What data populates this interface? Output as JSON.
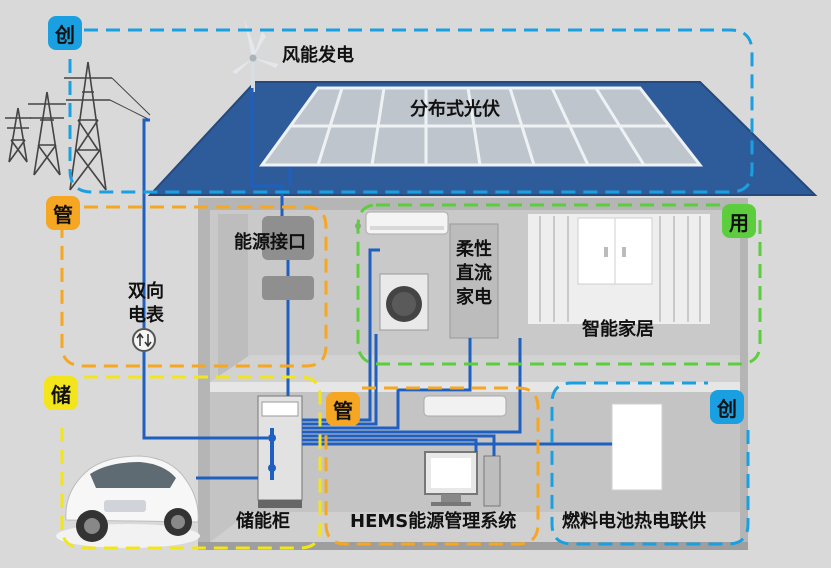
{
  "badges": {
    "create_top": "创",
    "manage_left": "管",
    "use_right": "用",
    "store_left": "储",
    "manage_mid": "管",
    "create_right": "创"
  },
  "labels": {
    "wind_power": "风能发电",
    "distributed_pv": "分布式光伏",
    "energy_interface": "能源接口",
    "bidirectional_meter_line1": "双向",
    "bidirectional_meter_line2": "电表",
    "flexible_dc_line1": "柔性",
    "flexible_dc_line2": "直流",
    "flexible_dc_line3": "家电",
    "smart_home": "智能家居",
    "storage_cabinet": "储能柜",
    "hems": "HEMS能源管理系统",
    "fuel_cell_chp": "燃料电池热电联供"
  },
  "colors": {
    "create": "#1aa0e0",
    "manage": "#f5a623",
    "use": "#5ccd3c",
    "store": "#f2e51c",
    "roof": "#2e5c9a",
    "wire": "#1e5fbf"
  }
}
